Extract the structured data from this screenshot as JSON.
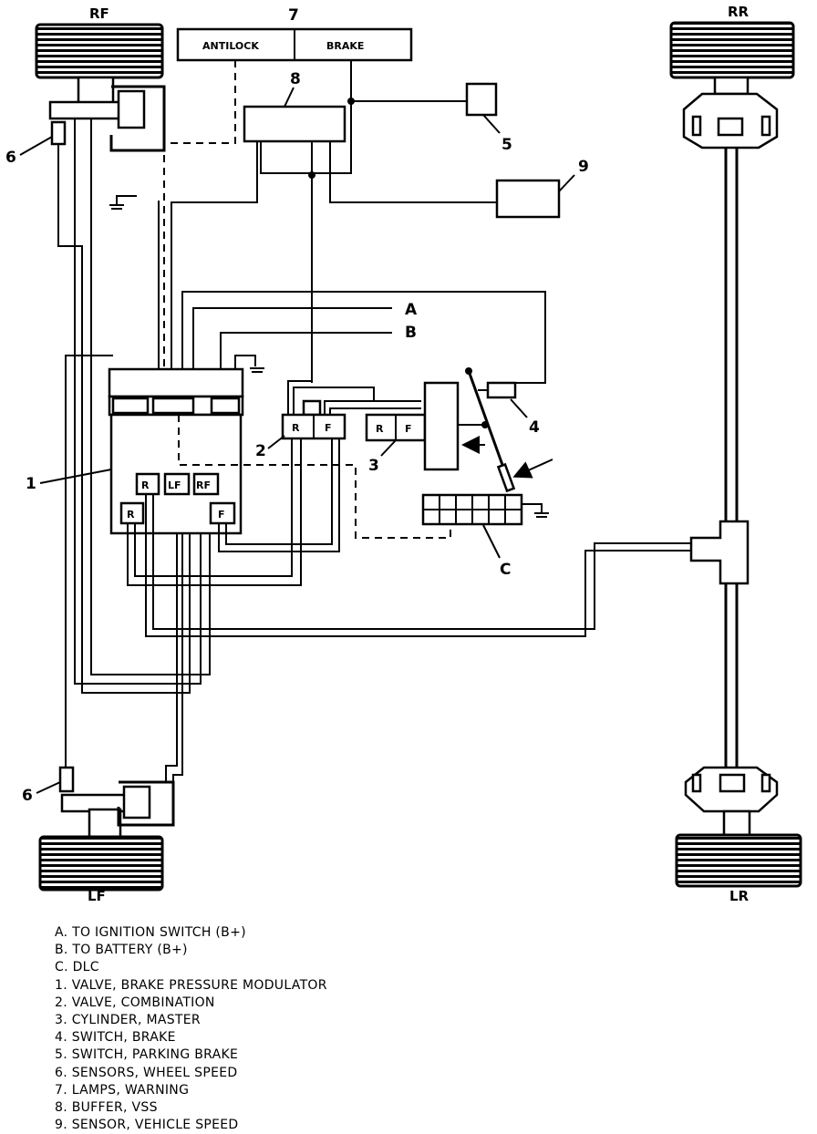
{
  "lamp": {
    "number": "7",
    "left": "ANTILOCK",
    "right": "BRAKE"
  },
  "wheels": {
    "rf": "RF",
    "rr": "RR",
    "lf": "LF",
    "lr": "LR"
  },
  "callouts": {
    "a": "A",
    "b": "B",
    "c": "C",
    "n1": "1",
    "n2": "2",
    "n3": "3",
    "n4": "4",
    "n5": "5",
    "n6a": "6",
    "n6b": "6",
    "n8": "8",
    "n9": "9"
  },
  "ports": {
    "combo_r": "R",
    "combo_f": "F",
    "master_r": "R",
    "master_f": "F",
    "mod_r_top": "R",
    "mod_lf": "LF",
    "mod_rf": "RF",
    "mod_r_low": "R",
    "mod_f_low": "F"
  },
  "legend": [
    "A. TO IGNITION SWITCH (B+)",
    "B. TO BATTERY (B+)",
    "C. DLC",
    "1. VALVE, BRAKE PRESSURE MODULATOR",
    "2. VALVE, COMBINATION",
    "3. CYLINDER, MASTER",
    "4. SWITCH, BRAKE",
    "5. SWITCH, PARKING BRAKE",
    "6. SENSORS, WHEEL SPEED",
    "7. LAMPS, WARNING",
    "8. BUFFER, VSS",
    "9. SENSOR, VEHICLE SPEED"
  ]
}
